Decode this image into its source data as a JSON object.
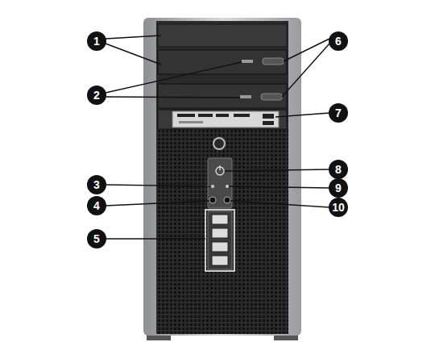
{
  "diagram": {
    "labels": [
      "1",
      "6",
      "2",
      "7",
      "8",
      "3",
      "9",
      "4",
      "10",
      "5"
    ]
  }
}
